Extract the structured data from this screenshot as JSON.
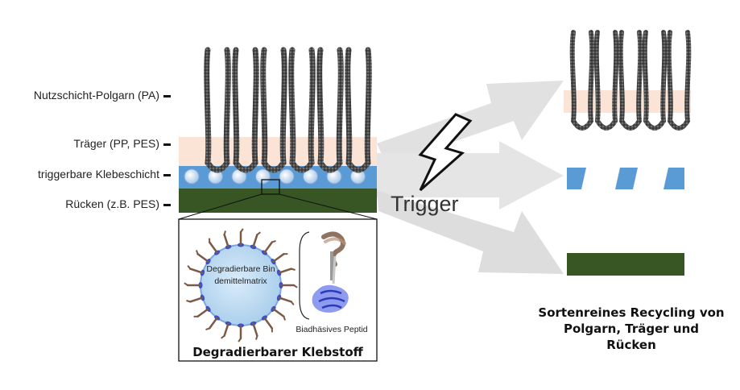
{
  "layer_labels": {
    "pile": "Nutzschicht-Polgarn (PA)",
    "carrier": "Träger (PP, PES)",
    "adhesive": "triggerbare Klebeschicht",
    "backing": "Rücken (z.B. PES)"
  },
  "trigger_label": "Trigger",
  "inset": {
    "matrix_label": "Degradierbare Bindemittelmatrix",
    "peptide_label": "Biadhäsives Peptid",
    "title": "Degradierbarer Klebstoff"
  },
  "result_label": "Sortenreines Recycling von Polgarn, Träger und Rücken",
  "colors": {
    "pile_yarn": "#3a3a3a",
    "carrier": "#fbe3d6",
    "adhesive": "#5b9bd5",
    "adhesive_bead": "#cfe3f5",
    "backing": "#375623",
    "arrow": "#d9d9d9",
    "peptide_tail": "#7a5a45",
    "peptide_head": "#3a4fd0"
  },
  "icons": {
    "trigger": "lightning-bolt-icon",
    "separation": "split-arrows-icon",
    "zoom": "magnifier-outline-icon"
  }
}
